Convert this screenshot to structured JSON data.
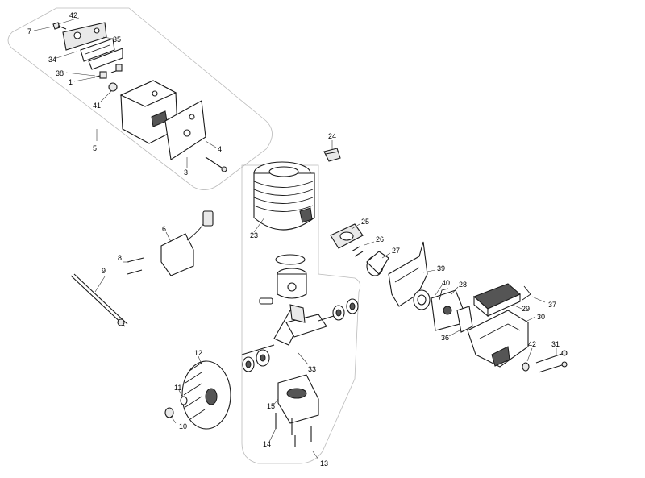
{
  "diagram": {
    "callouts": [
      {
        "id": "c42a",
        "text": "42"
      },
      {
        "id": "c7",
        "text": "7"
      },
      {
        "id": "c35",
        "text": "35"
      },
      {
        "id": "c34",
        "text": "34"
      },
      {
        "id": "c38",
        "text": "38"
      },
      {
        "id": "c1",
        "text": "1"
      },
      {
        "id": "c41",
        "text": "41"
      },
      {
        "id": "c5",
        "text": "5"
      },
      {
        "id": "c4",
        "text": "4"
      },
      {
        "id": "c3",
        "text": "3"
      },
      {
        "id": "c24",
        "text": "24"
      },
      {
        "id": "c23",
        "text": "23"
      },
      {
        "id": "c25",
        "text": "25"
      },
      {
        "id": "c26",
        "text": "26"
      },
      {
        "id": "c27",
        "text": "27"
      },
      {
        "id": "c6",
        "text": "6"
      },
      {
        "id": "c8",
        "text": "8"
      },
      {
        "id": "c9",
        "text": "9"
      },
      {
        "id": "c39",
        "text": "39"
      },
      {
        "id": "c40",
        "text": "40"
      },
      {
        "id": "c28",
        "text": "28"
      },
      {
        "id": "c37",
        "text": "37"
      },
      {
        "id": "c29",
        "text": "29"
      },
      {
        "id": "c30",
        "text": "30"
      },
      {
        "id": "c36",
        "text": "36"
      },
      {
        "id": "c12",
        "text": "12"
      },
      {
        "id": "c11",
        "text": "11"
      },
      {
        "id": "c10",
        "text": "10"
      },
      {
        "id": "c33",
        "text": "33"
      },
      {
        "id": "c15",
        "text": "15"
      },
      {
        "id": "c14",
        "text": "14"
      },
      {
        "id": "c13",
        "text": "13"
      },
      {
        "id": "c42b",
        "text": "42"
      },
      {
        "id": "c31",
        "text": "31"
      }
    ]
  }
}
